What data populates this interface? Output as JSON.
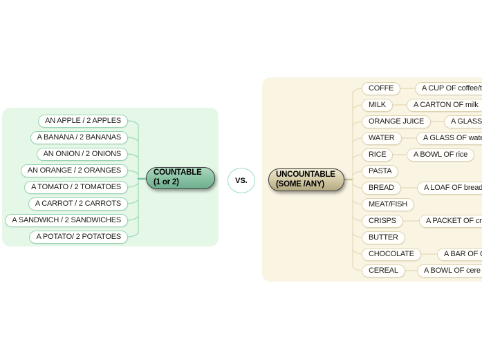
{
  "left_panel": {
    "node": {
      "line1": "COUNTABLE",
      "line2": "(1 or 2)"
    },
    "items": [
      "AN APPLE / 2 APPLES",
      "A BANANA / 2 BANANAS",
      "AN ONION / 2 ONIONS",
      "AN ORANGE / 2 ORANGES",
      "A TOMATO / 2 TOMATOES",
      "A CARROT / 2 CARROTS",
      "A SANDWICH / 2 SANDWICHES",
      "A POTATO/ 2 POTATOES"
    ]
  },
  "vs_label": "VS.",
  "right_panel": {
    "node": {
      "line1": "UNCOUNTABLE",
      "line2": "(SOME /ANY)"
    },
    "items": [
      {
        "label": "COFFE",
        "portion": "A CUP OF coffee/t"
      },
      {
        "label": "MILK",
        "portion": "A CARTON OF milk"
      },
      {
        "label": "ORANGE JUICE",
        "portion": "A GLASS"
      },
      {
        "label": "WATER",
        "portion": "A GLASS OF wate"
      },
      {
        "label": "RICE",
        "portion": "A BOWL OF rice"
      },
      {
        "label": "PASTA",
        "portion": ""
      },
      {
        "label": "BREAD",
        "portion": "A LOAF OF bread"
      },
      {
        "label": "MEAT/FISH",
        "portion": ""
      },
      {
        "label": "CRISPS",
        "portion": "A PACKET OF cri"
      },
      {
        "label": "BUTTER",
        "portion": ""
      },
      {
        "label": "CHOCOLATE",
        "portion": "A BAR OF C"
      },
      {
        "label": "CEREAL",
        "portion": "A BOWL OF cere"
      }
    ]
  },
  "colors": {
    "left_panel_bg": "#e5f7e7",
    "right_panel_bg": "#faf4e3",
    "left_wire": "#a5dcbf",
    "left_trunk_stub": "#7cc2a2",
    "right_wire": "#e6dcbd",
    "right_trunk_stub": "#cdc29a",
    "left_pill_border": "#96d3b2",
    "right_pill_border": "#ded4b2",
    "countable_node_top": "#aed9c1",
    "countable_node_bottom": "#6fae90",
    "uncountable_node_top": "#efe9d2",
    "uncountable_node_bottom": "#b3aa83",
    "vs_border": "#9adbc8"
  }
}
